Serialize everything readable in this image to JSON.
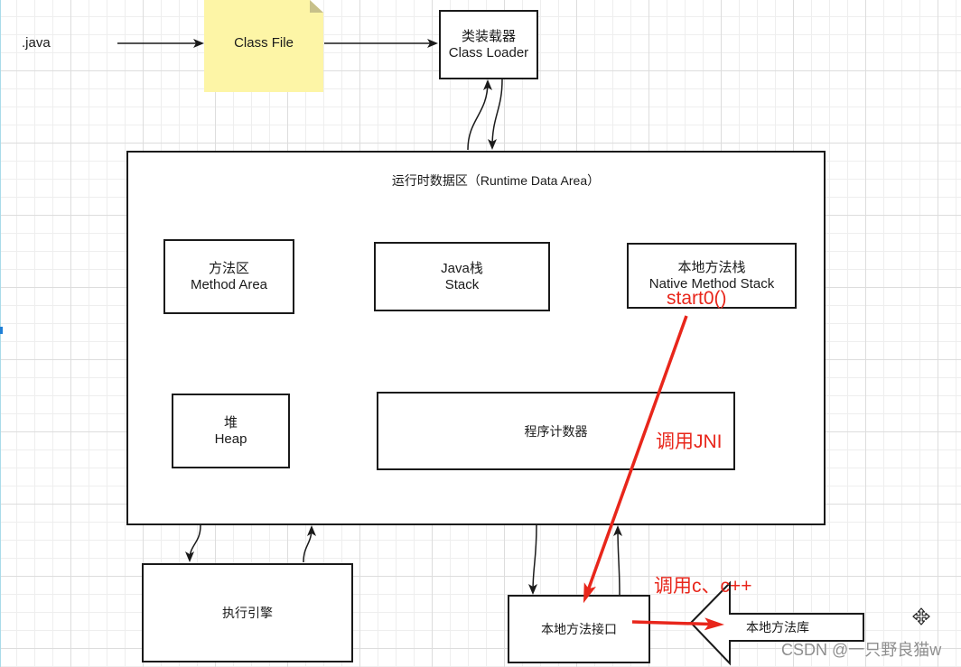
{
  "canvas": {
    "grid": true
  },
  "colors": {
    "background": "#ffffff",
    "grid_minor": "#eeeeee",
    "grid_major": "#dddddd",
    "stroke": "#1a1a1a",
    "note_fill": "#fdf5a6",
    "note_fold": "#c7c08a",
    "annotation_red": "#e8261b",
    "watermark": "#8e8e8e",
    "edge_line": "#a9dbe9",
    "edge_mark": "#1f7fd6"
  },
  "source": {
    "label": ".java"
  },
  "class_file": {
    "label": "Class File"
  },
  "class_loader": {
    "label_cn": "类装载器",
    "label_en": "Class Loader"
  },
  "runtime_data_area": {
    "title": "运行时数据区（Runtime Data Area）",
    "method_area": {
      "label_cn": "方法区",
      "label_en": "Method Area"
    },
    "java_stack": {
      "label_cn": "Java栈",
      "label_en": "Stack"
    },
    "native_method_stack": {
      "label_cn": "本地方法栈",
      "label_en": "Native Method Stack"
    },
    "heap": {
      "label_cn": "堆",
      "label_en": "Heap"
    },
    "program_counter": {
      "label": "程序计数器"
    }
  },
  "execution_engine": {
    "label": "执行引擎"
  },
  "native_interface": {
    "label": "本地方法接口"
  },
  "native_library": {
    "label": "本地方法库"
  },
  "annotations": {
    "start0": "start0()",
    "call_jni": "调用JNI",
    "call_c": "调用c、c++"
  },
  "watermark": "CSDN @一只野良猫w",
  "icons": {
    "move": "move-icon"
  }
}
